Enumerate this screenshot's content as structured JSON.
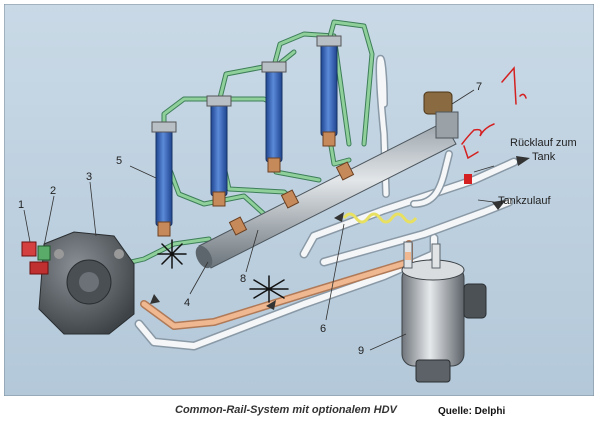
{
  "caption": "Common-Rail-System mit optionalem HDV",
  "source": "Quelle: Delphi",
  "labels": {
    "ruecklauf_line1": "Rücklauf zum",
    "ruecklauf_line2": "Tank",
    "tankzulauf": "Tankzulauf"
  },
  "part_numbers": [
    "1",
    "2",
    "3",
    "4",
    "5",
    "6",
    "7",
    "8",
    "9"
  ],
  "colors": {
    "background": "#bcd0e0",
    "injector_blue": "#2f5fb0",
    "pump_gray": "#5c6268",
    "supply_pipe_orange": "#f0b890",
    "fuel_line_green": "#8fcf9a",
    "annotation_red": "#d42020"
  }
}
